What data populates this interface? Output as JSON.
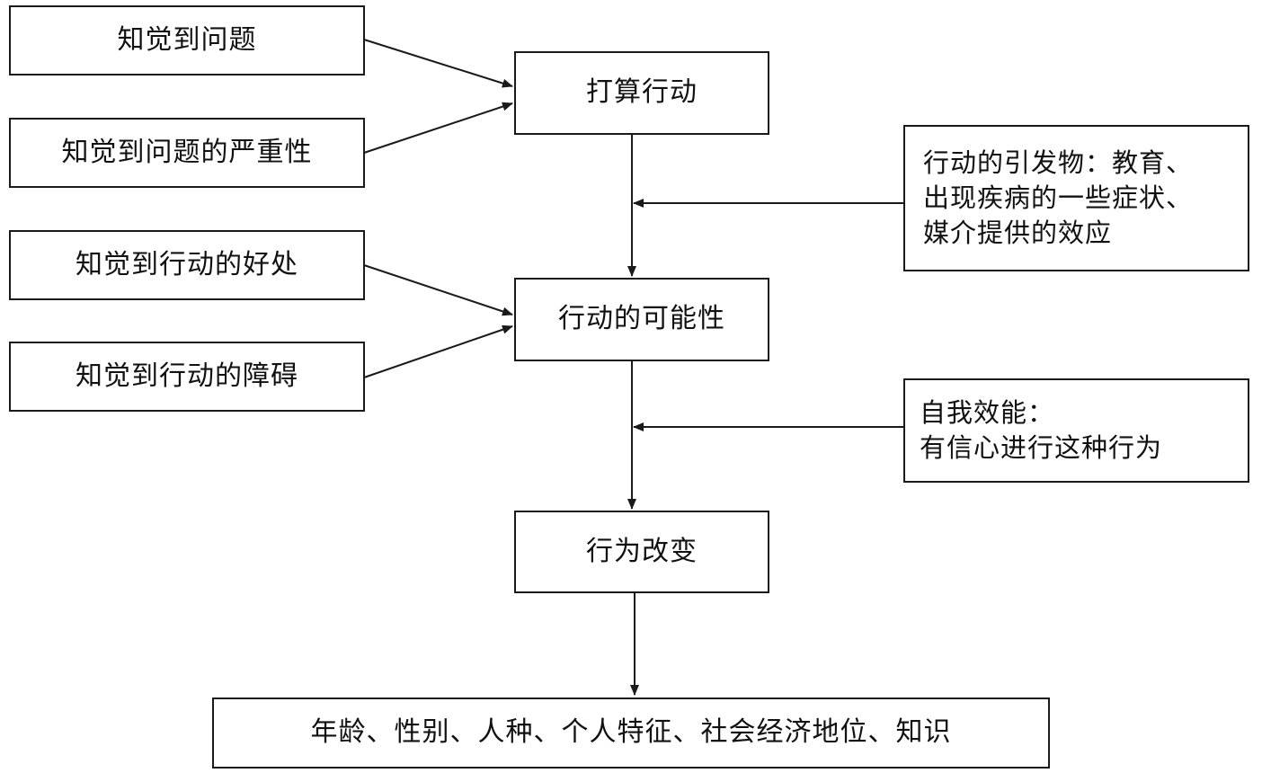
{
  "factors_left": [
    "知觉到问题",
    "知觉到问题的严重性",
    "知觉到行动的好处",
    "知觉到行动的障碍"
  ],
  "main_chain": [
    "打算行动",
    "行动的可能性",
    "行为改变"
  ],
  "cues": {
    "line1": "行动的引发物：教育、",
    "line2": "出现疾病的一些症状、",
    "line3": "媒介提供的效应"
  },
  "self_efficacy": {
    "line1": "自我效能：",
    "line2": "有信心进行这种行为"
  },
  "modifying_factors": "年龄、性别、人种、个人特征、社会经济地位、知识"
}
